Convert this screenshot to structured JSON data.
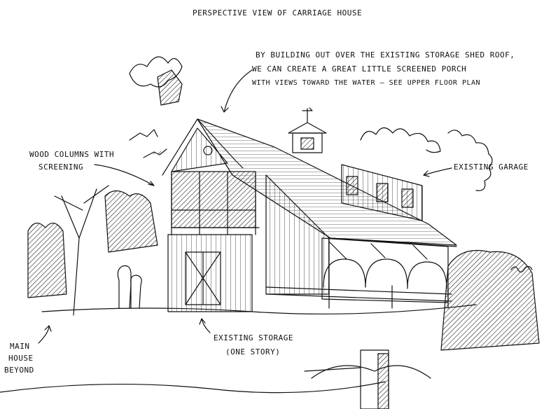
{
  "title": "PERSPECTIVE VIEW OF CARRIAGE HOUSE",
  "annotations": {
    "roof_note": [
      "BY BUILDING OUT OVER THE EXISTING STORAGE SHED ROOF,",
      "WE CAN CREATE A GREAT LITTLE SCREENED PORCH",
      "WITH VIEWS TOWARD THE WATER — SEE UPPER FLOOR PLAN"
    ],
    "columns_note": [
      "WOOD COLUMNS WITH",
      "SCREENING"
    ],
    "garage_note": "EXISTING GARAGE",
    "storage_note": [
      "EXISTING STORAGE",
      "(ONE STORY)"
    ],
    "house_note": [
      "MAIN",
      "HOUSE",
      "BEYOND"
    ]
  }
}
